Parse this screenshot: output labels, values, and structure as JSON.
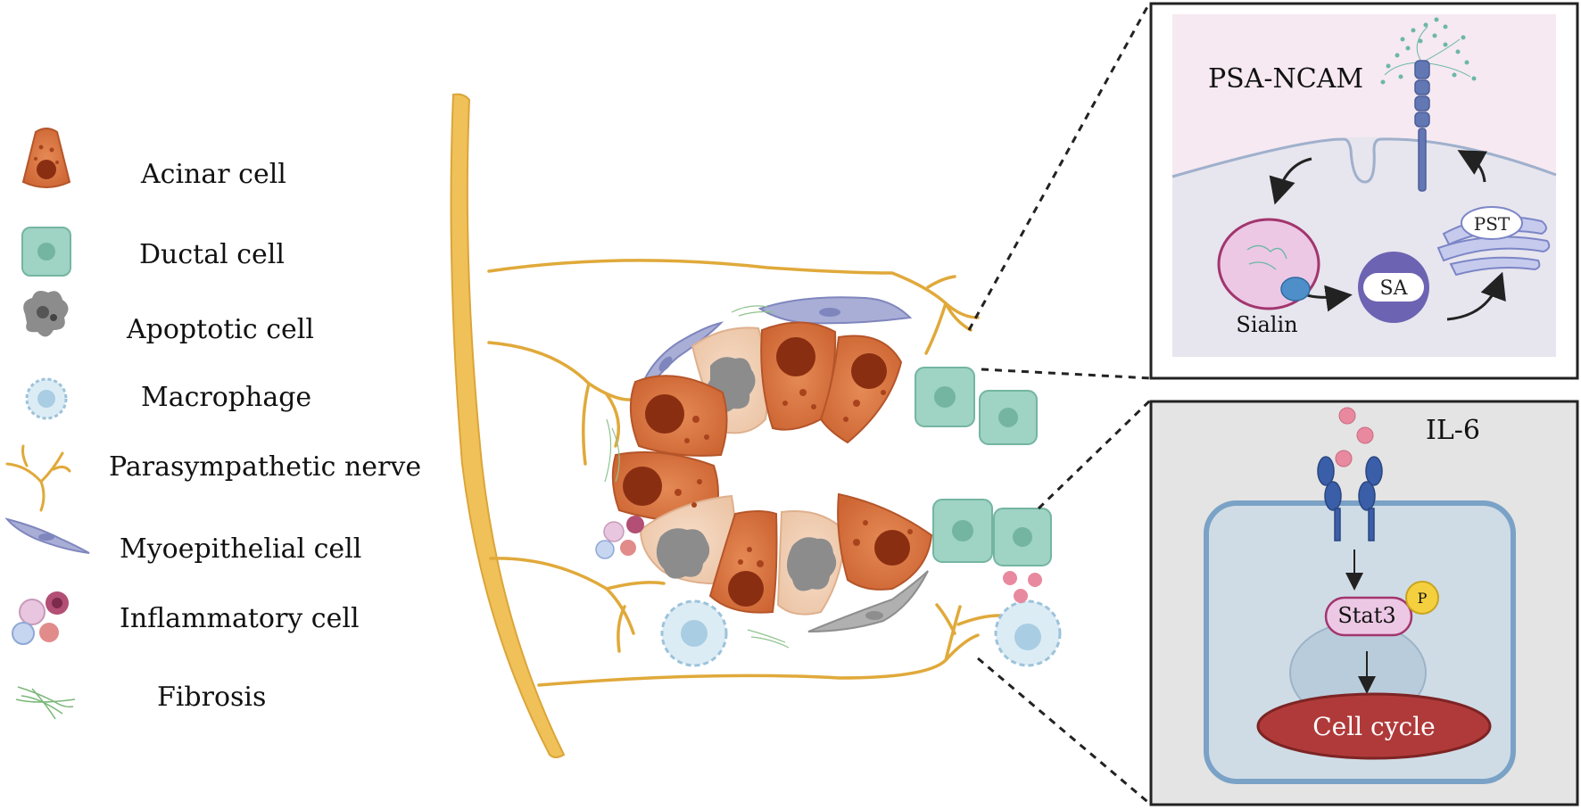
{
  "legend": {
    "items": [
      {
        "key": "acinar",
        "label": "Acinar cell",
        "icon": "acinar-cell-icon"
      },
      {
        "key": "ductal",
        "label": "Ductal cell",
        "icon": "ductal-cell-icon"
      },
      {
        "key": "apoptotic",
        "label": "Apoptotic cell",
        "icon": "apoptotic-cell-icon"
      },
      {
        "key": "macrophage",
        "label": "Macrophage",
        "icon": "macrophage-icon"
      },
      {
        "key": "nerve",
        "label": "Parasympathetic nerve",
        "icon": "nerve-icon"
      },
      {
        "key": "myoepithelial",
        "label": "Myoepithelial cell",
        "icon": "myoepithelial-cell-icon"
      },
      {
        "key": "inflammatory",
        "label": "Inflammatory cell",
        "icon": "inflammatory-cell-icon"
      },
      {
        "key": "fibrosis",
        "label": "Fibrosis",
        "icon": "fibrosis-icon"
      }
    ]
  },
  "top_panel": {
    "title": "PSA-NCAM",
    "sialin_label": "Sialin",
    "sa_label": "SA",
    "pst_label": "PST"
  },
  "bottom_panel": {
    "title": "IL-6",
    "stat3_label": "Stat3",
    "phospho_label": "P",
    "cell_cycle_label": "Cell cycle"
  },
  "colors": {
    "acinar": "#d9733f",
    "acinar_nucleus": "#8a2e12",
    "ductal": "#9fd3c4",
    "apoptotic": "#b9b9b9",
    "nerve": "#e9b54a",
    "myoepithelial": "#a9aed6",
    "top_panel_bg": "#f6e9f1",
    "bottom_panel_bg": "#e4e4e4",
    "receptor": "#3a5ea8",
    "cell_cycle": "#b03a3a"
  }
}
